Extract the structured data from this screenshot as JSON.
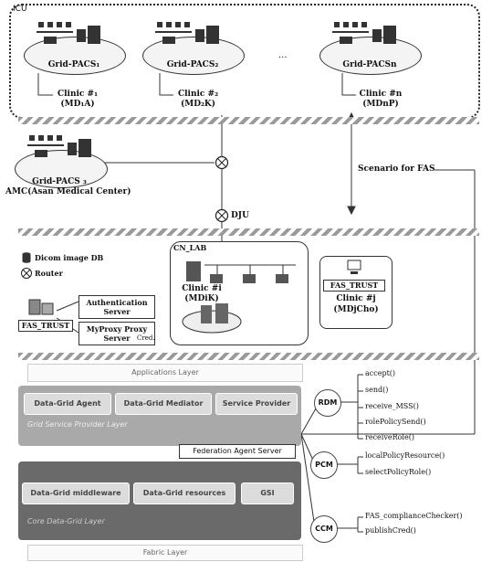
{
  "icu": {
    "label": "ICU",
    "ellipsis": "...",
    "grids": [
      {
        "name": "Grid-PACS₁",
        "clinic": "Clinic #₁",
        "code": "(MD₁A)"
      },
      {
        "name": "Grid-PACS₂",
        "clinic": "Clinic #₂",
        "code": "(MD₂K)"
      },
      {
        "name": "Grid-PACSn",
        "clinic": "Clinic #n",
        "code": "(MDnP)"
      }
    ]
  },
  "amc": {
    "grid": "Grid-PACS ₃",
    "name": "AMC(Asan Medical Center)"
  },
  "scenario": "Scenario for FAS",
  "dju": "DJU",
  "legend": {
    "db": "Dicom image DB",
    "router": "Router"
  },
  "cn_lab": {
    "label": "CN_LAB",
    "clinic": "Clinic #i",
    "code": "(MDiK)"
  },
  "fas_right": {
    "label": "FAS_TRUST",
    "clinic": "Clinic #j",
    "code": "(MDjCho)"
  },
  "fas_left": {
    "label": "FAS_TRUST",
    "auth": "Authentication Server",
    "myproxy": "MyProxy Proxy Server",
    "cred": "Cred."
  },
  "layers": {
    "applications": "Applications Layer",
    "grid_service": "Grid Service Provider Layer",
    "core": "Core Data-Grid Layer",
    "fabric": "Fabric Layer"
  },
  "blocks": {
    "agent": "Data-Grid Agent",
    "mediator": "Data-Grid Mediator",
    "service": "Service Provider",
    "federation": "Federation Agent Server",
    "middleware": "Data-Grid middleware",
    "resources": "Data-Grid resources",
    "gsi": "GSI"
  },
  "modules": [
    {
      "name": "RDM",
      "methods": [
        "accept()",
        "send()",
        "receive_MSS()",
        "rolePolicySend()",
        "receiveRole()"
      ]
    },
    {
      "name": "PCM",
      "methods": [
        "localPolicyResource()",
        "selectPolicyRole()"
      ]
    },
    {
      "name": "CCM",
      "methods": [
        "FAS_complianceChecker()",
        "publishCred()"
      ]
    }
  ]
}
